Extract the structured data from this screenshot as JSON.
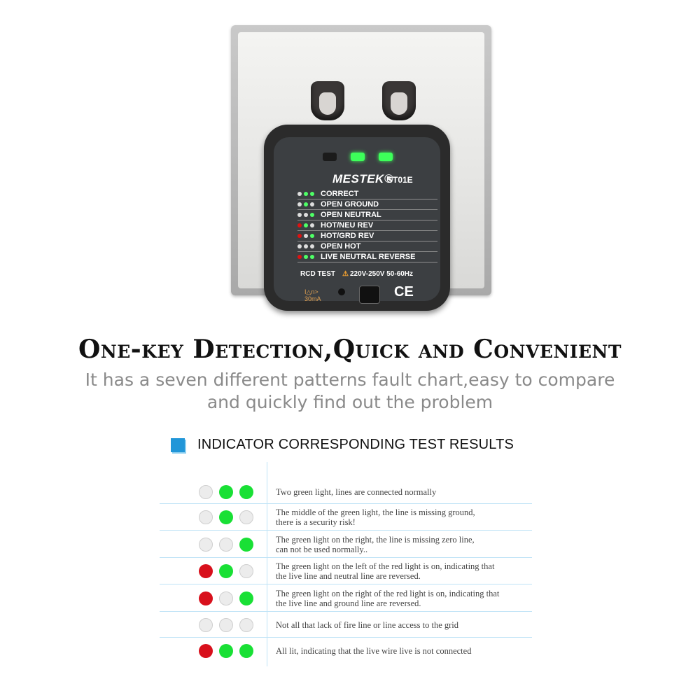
{
  "tester": {
    "brand": "MESTEK®",
    "model": "ST01E",
    "rows": [
      {
        "label": "CORRECT",
        "dots": [
          "w",
          "g",
          "g"
        ]
      },
      {
        "label": "OPEN GROUND",
        "dots": [
          "w",
          "g",
          "w"
        ]
      },
      {
        "label": "OPEN NEUTRAL",
        "dots": [
          "w",
          "w",
          "g"
        ]
      },
      {
        "label": "HOT/NEU REV",
        "dots": [
          "r",
          "g",
          "w"
        ]
      },
      {
        "label": "HOT/GRD REV",
        "dots": [
          "r",
          "w",
          "g"
        ]
      },
      {
        "label": "OPEN HOT",
        "dots": [
          "w",
          "w",
          "w"
        ]
      },
      {
        "label": "LIVE NEUTRAL REVERSE",
        "dots": [
          "r",
          "g",
          "g"
        ]
      }
    ],
    "rcd_label": "RCD TEST",
    "voltage_label": "220V-250V 50-60Hz",
    "current_label_1": "I△n>",
    "current_label_2": "30mA",
    "ce_mark": "CE"
  },
  "headline": "One-key Detection,Quick and Convenient",
  "subtitle_line1": "It has a seven different patterns fault chart,easy to compare",
  "subtitle_line2": "and quickly find out the problem",
  "section_title": "INDICATOR CORRESPONDING TEST RESULTS",
  "colors": {
    "accent": "#2196d8",
    "light_green": "#19e035",
    "light_red": "#d8101c",
    "light_off": "#ececec"
  },
  "results": [
    {
      "lights": [
        "off",
        "green",
        "green"
      ],
      "text": "Two green light, lines are connected normally"
    },
    {
      "lights": [
        "off",
        "green",
        "off"
      ],
      "text": "The middle of the green light, the line is missing ground,\nthere is a security risk!"
    },
    {
      "lights": [
        "off",
        "off",
        "green"
      ],
      "text": "The green light on the right, the line is missing zero line,\ncan not be used normally.."
    },
    {
      "lights": [
        "red",
        "green",
        "off"
      ],
      "text": "The green light on the left of the red light is on, indicating that\nthe live line and neutral line are reversed."
    },
    {
      "lights": [
        "red",
        "off",
        "green"
      ],
      "text": "The green light on the right of the red light is on, indicating that\nthe live line and ground line are reversed."
    },
    {
      "lights": [
        "off",
        "off",
        "off"
      ],
      "text": "Not all that lack of fire line or line access to the grid"
    },
    {
      "lights": [
        "red",
        "green",
        "green"
      ],
      "text": "All lit, indicating that the live wire live is not connected"
    }
  ]
}
